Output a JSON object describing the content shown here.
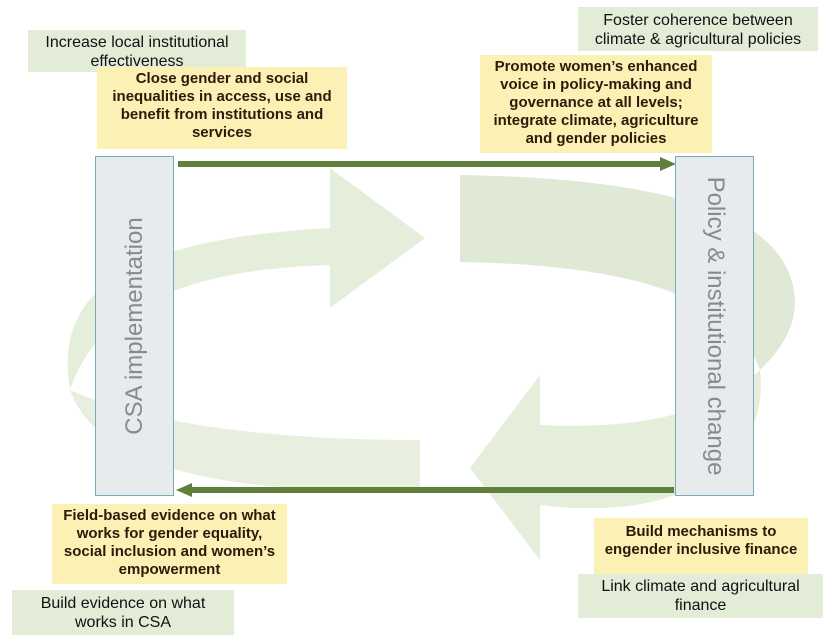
{
  "colors": {
    "cycle_fill": "#e2ecd6",
    "arrow": "#5f7f3a",
    "green_box": "#e3ecd7",
    "yellow_box": "#fbf1b4",
    "side_box": "#e7ebee",
    "side_border": "#7aa9b8"
  },
  "left_pillar": "CSA implementation",
  "right_pillar": "Policy & institutional change",
  "labels": {
    "top_left_green": "Increase local institutional effectiveness",
    "top_left_yellow": "Close gender and social inequalities in access, use and benefit from institutions and services",
    "top_right_green": "Foster coherence between climate & agricultural policies",
    "top_right_yellow": "Promote women’s enhanced voice in policy-making and governance at all levels; integrate climate, agriculture and gender policies",
    "bottom_left_yellow": "Field-based evidence on what works for gender equality, social inclusion and women’s empowerment",
    "bottom_left_green": "Build evidence on what works in CSA",
    "bottom_right_yellow": "Build mechanisms to engender inclusive finance",
    "bottom_right_green": "Link climate and agricultural finance"
  }
}
